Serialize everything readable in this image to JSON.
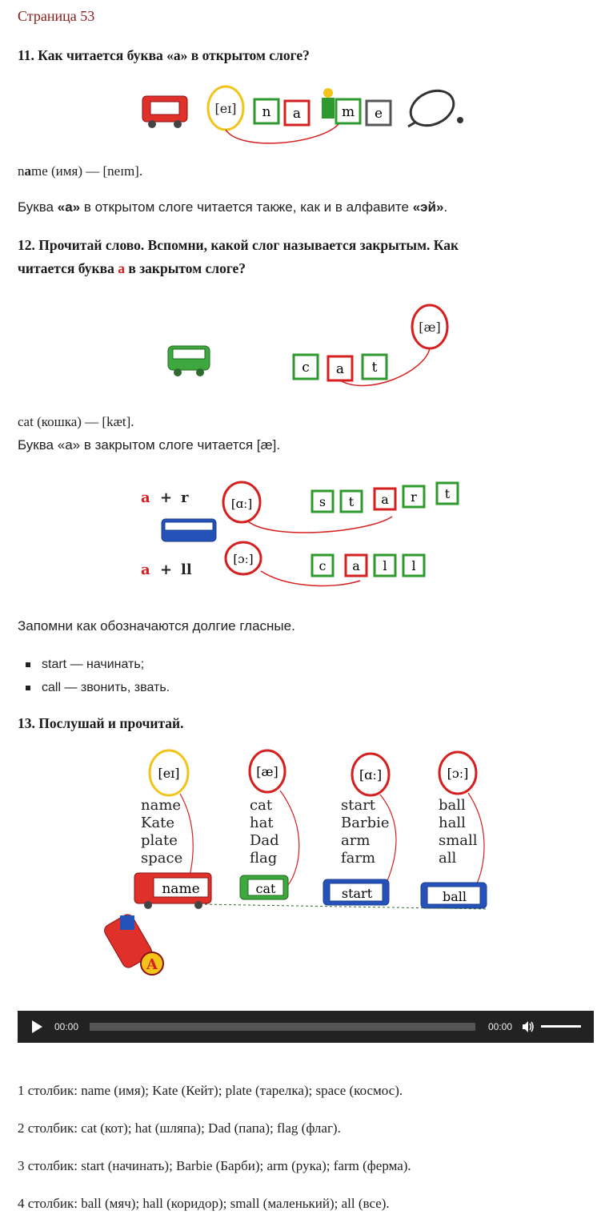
{
  "page_label": "Страница 53",
  "q11": {
    "title": "11. Как читается буква «а» в открытом слоге?",
    "balloon": "[eɪ]",
    "blocks": [
      "n",
      "a",
      "m",
      "e"
    ],
    "example_pre": "n",
    "example_bold": "a",
    "example_post": "me (имя) — [neɪm].",
    "rule_a": "Буква ",
    "rule_b": "«а»",
    "rule_c": " в открытом слоге читается также, как и в алфавите ",
    "rule_d": "«эй»",
    "rule_e": "."
  },
  "q12": {
    "title_1": "12. Прочитай слово. Вспомни, какой слог называется закрытым. Как",
    "title_2a": "читается буква ",
    "title_2b": "а",
    "title_2c": " в закрытом слоге?",
    "balloon": "[æ]",
    "blocks": [
      "c",
      "a",
      "t"
    ],
    "example": "cat (кошка) — [kæt].",
    "rule": "Буква «а» в закрытом слоге читается [æ].",
    "combo1": {
      "a": "a",
      "plus": "+",
      "b": "r",
      "balloon": "[ɑː]",
      "blocks": [
        "s",
        "t",
        "a",
        "r",
        "t"
      ]
    },
    "combo2": {
      "a": "a",
      "plus": "+",
      "b": "ll",
      "balloon": "[ɔː]",
      "blocks": [
        "c",
        "a",
        "l",
        "l"
      ]
    },
    "note": "Запомни как обозначаются долгие гласные.",
    "bullets": [
      "start — начинать;",
      "call — звонить, звать."
    ]
  },
  "q13": {
    "title": "13. Послушай и прочитай.",
    "columns": [
      {
        "sound": "[eɪ]",
        "wagon": "name",
        "words": [
          "name",
          "Kate",
          "plate",
          "space"
        ]
      },
      {
        "sound": "[æ]",
        "wagon": "cat",
        "words": [
          "cat",
          "hat",
          "Dad",
          "flag"
        ]
      },
      {
        "sound": "[ɑː]",
        "wagon": "start",
        "words": [
          "start",
          "Barbie",
          "arm",
          "farm"
        ]
      },
      {
        "sound": "[ɔː]",
        "wagon": "ball",
        "words": [
          "ball",
          "hall",
          "small",
          "all"
        ]
      }
    ],
    "engine_letter": "A"
  },
  "player": {
    "current": "00:00",
    "duration": "00:00",
    "progress": 0,
    "volume": 1.0
  },
  "answers": [
    "1 столбик: name (имя); Kate (Кейт); plate (тарелка); space (космос).",
    "2 столбик: cat (кот); hat (шляпа); Dad (папа); flag (флаг).",
    "3 столбик: start (начинать); Barbie (Барби); arm (рука); farm (ферма).",
    "4 столбик: ball (мяч); hall (коридор); small (маленький); all (все)."
  ],
  "colors": {
    "red": "#d61f1f",
    "green": "#2e9a2e",
    "blue": "#1a3f8f",
    "yellow": "#f2c41a",
    "gray": "#555555",
    "page_label": "#8b1a1a"
  }
}
